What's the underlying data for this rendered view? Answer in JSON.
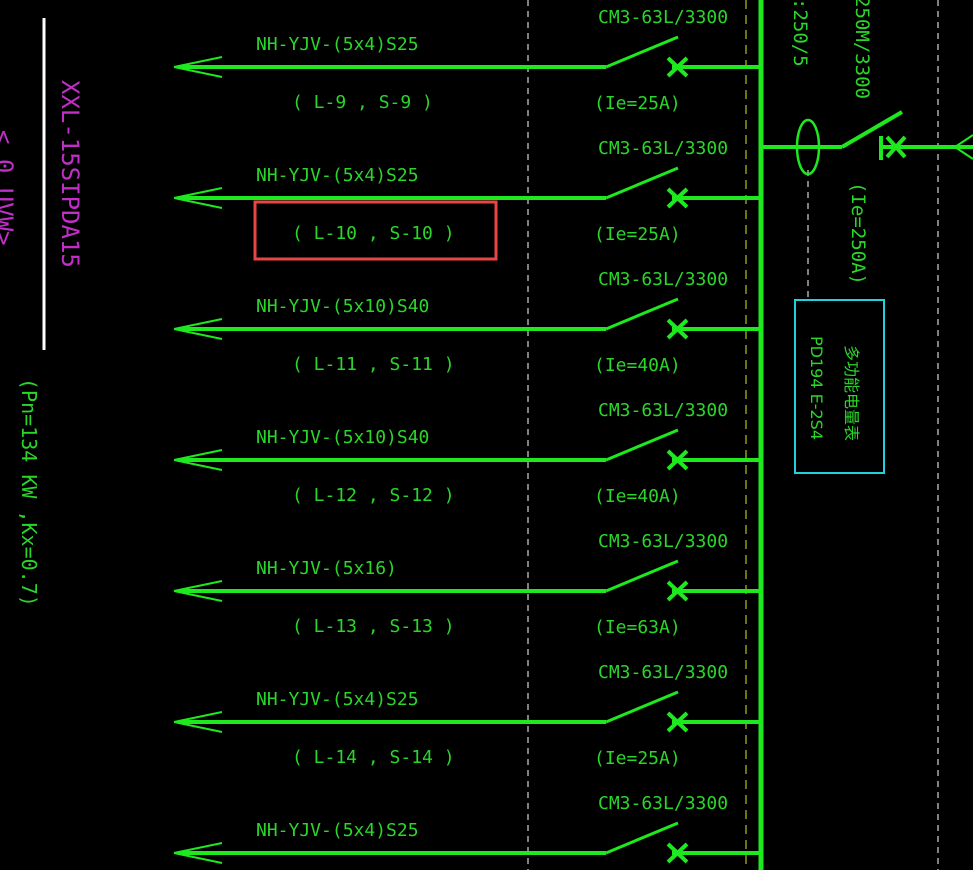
{
  "panel": {
    "name": "XXL-15SIPDA15",
    "partial_name": "250M/3300",
    "partial_ct": ":250/5",
    "load": "(Pn=134 KW ,Kx=0.7)",
    "partial_edge": "< 0.UVW>"
  },
  "main_breaker": {
    "rating": "(Ie=250A)"
  },
  "meter": {
    "line1": "多功能电量表",
    "line2": "PD194 E-2S4"
  },
  "circuits": [
    {
      "cable": "NH-YJV-(5x4)S25",
      "label": "( L-9 , S-9 )",
      "breaker": "CM3-63L/3300",
      "rating": "(Ie=25A)",
      "highlighted": false
    },
    {
      "cable": "NH-YJV-(5x4)S25",
      "label": "( L-10 , S-10 )",
      "breaker": "CM3-63L/3300",
      "rating": "(Ie=25A)",
      "highlighted": true
    },
    {
      "cable": "NH-YJV-(5x10)S40",
      "label": "( L-11 , S-11 )",
      "breaker": "CM3-63L/3300",
      "rating": "(Ie=40A)",
      "highlighted": false
    },
    {
      "cable": "NH-YJV-(5x10)S40",
      "label": "( L-12 , S-12 )",
      "breaker": "CM3-63L/3300",
      "rating": "(Ie=40A)",
      "highlighted": false
    },
    {
      "cable": "NH-YJV-(5x16)",
      "label": "( L-13 , S-13 )",
      "breaker": "CM3-63L/3300",
      "rating": "(Ie=63A)",
      "highlighted": false
    },
    {
      "cable": "NH-YJV-(5x4)S25",
      "label": "( L-14 , S-14 )",
      "breaker": "CM3-63L/3300",
      "rating": "(Ie=25A)",
      "highlighted": false
    },
    {
      "cable": "NH-YJV-(5x4)S25",
      "label": "",
      "breaker": "CM3-63L/3300",
      "rating": "",
      "highlighted": false
    }
  ],
  "colors": {
    "line": "#1ee81e",
    "text": "#2ad62a",
    "highlight": "#e84545",
    "meter_box": "#22d0e0",
    "panel_name": "#c030c8",
    "dashed": "#ffffff",
    "dashed_yellow": "#e8e020"
  }
}
